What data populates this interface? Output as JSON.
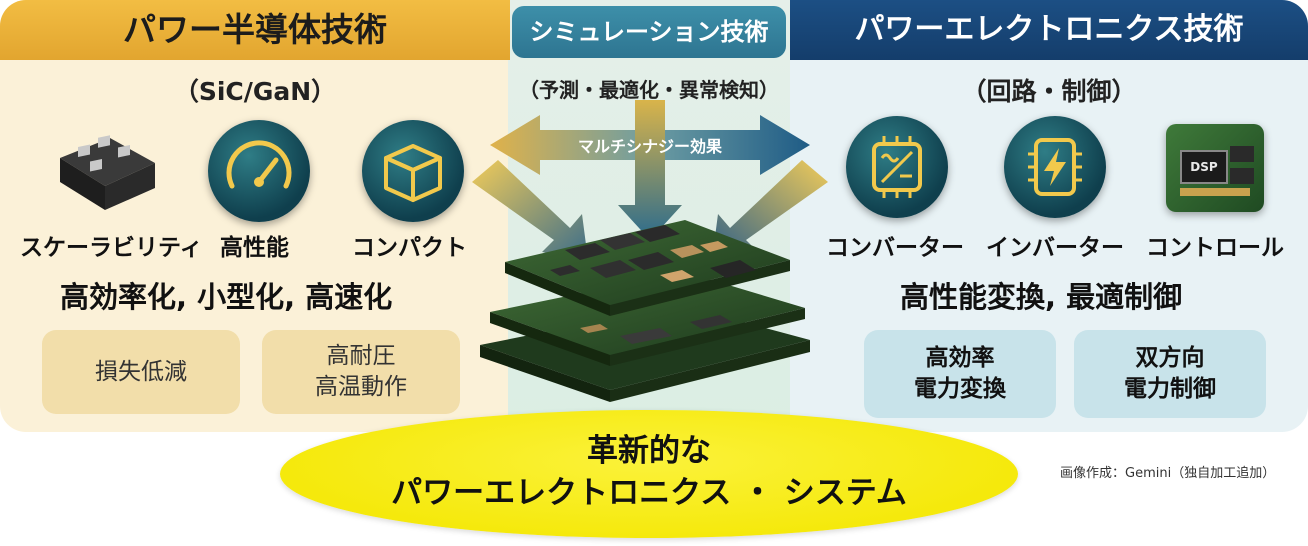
{
  "left": {
    "title": "パワー半導体技術",
    "subtitle": "（SiC/GaN）",
    "icons": [
      {
        "label": "スケーラビリティ",
        "icon": "power-module-icon"
      },
      {
        "label": "高性能",
        "icon": "speedometer-icon"
      },
      {
        "label": "コンパクト",
        "icon": "box-icon"
      }
    ],
    "summary": "高効率化, 小型化, 高速化",
    "boxes": [
      "損失低減",
      "高耐圧\n高温動作"
    ]
  },
  "middle": {
    "title": "シミュレーション技術",
    "subtitle": "（予測・最適化・異常検知）",
    "arrow_label": "マルチシナジー効果"
  },
  "right": {
    "title": "パワーエレクトロニクス技術",
    "subtitle": "（回路・制御）",
    "icons": [
      {
        "label": "コンバーター",
        "icon": "converter-chip-icon"
      },
      {
        "label": "インバーター",
        "icon": "inverter-chip-icon"
      },
      {
        "label": "コントロール",
        "icon": "dsp-board-icon",
        "chip_text": "DSP"
      }
    ],
    "summary": "高性能変換, 最適制御",
    "boxes": [
      "高効率\n電力変換",
      "双方向\n電力制御"
    ]
  },
  "result": {
    "line1": "革新的な",
    "line2": "パワーエレクトロニクス ・ システム"
  },
  "credit": "画像作成：Gemini（独自加工追加）",
  "colors": {
    "left_header": "#e8b03a",
    "left_bg": "#fbf1d8",
    "mid_header": "#3585a1",
    "right_header": "#184676",
    "right_bg": "#e8f2f5",
    "ellipse": "#f7ec17"
  }
}
